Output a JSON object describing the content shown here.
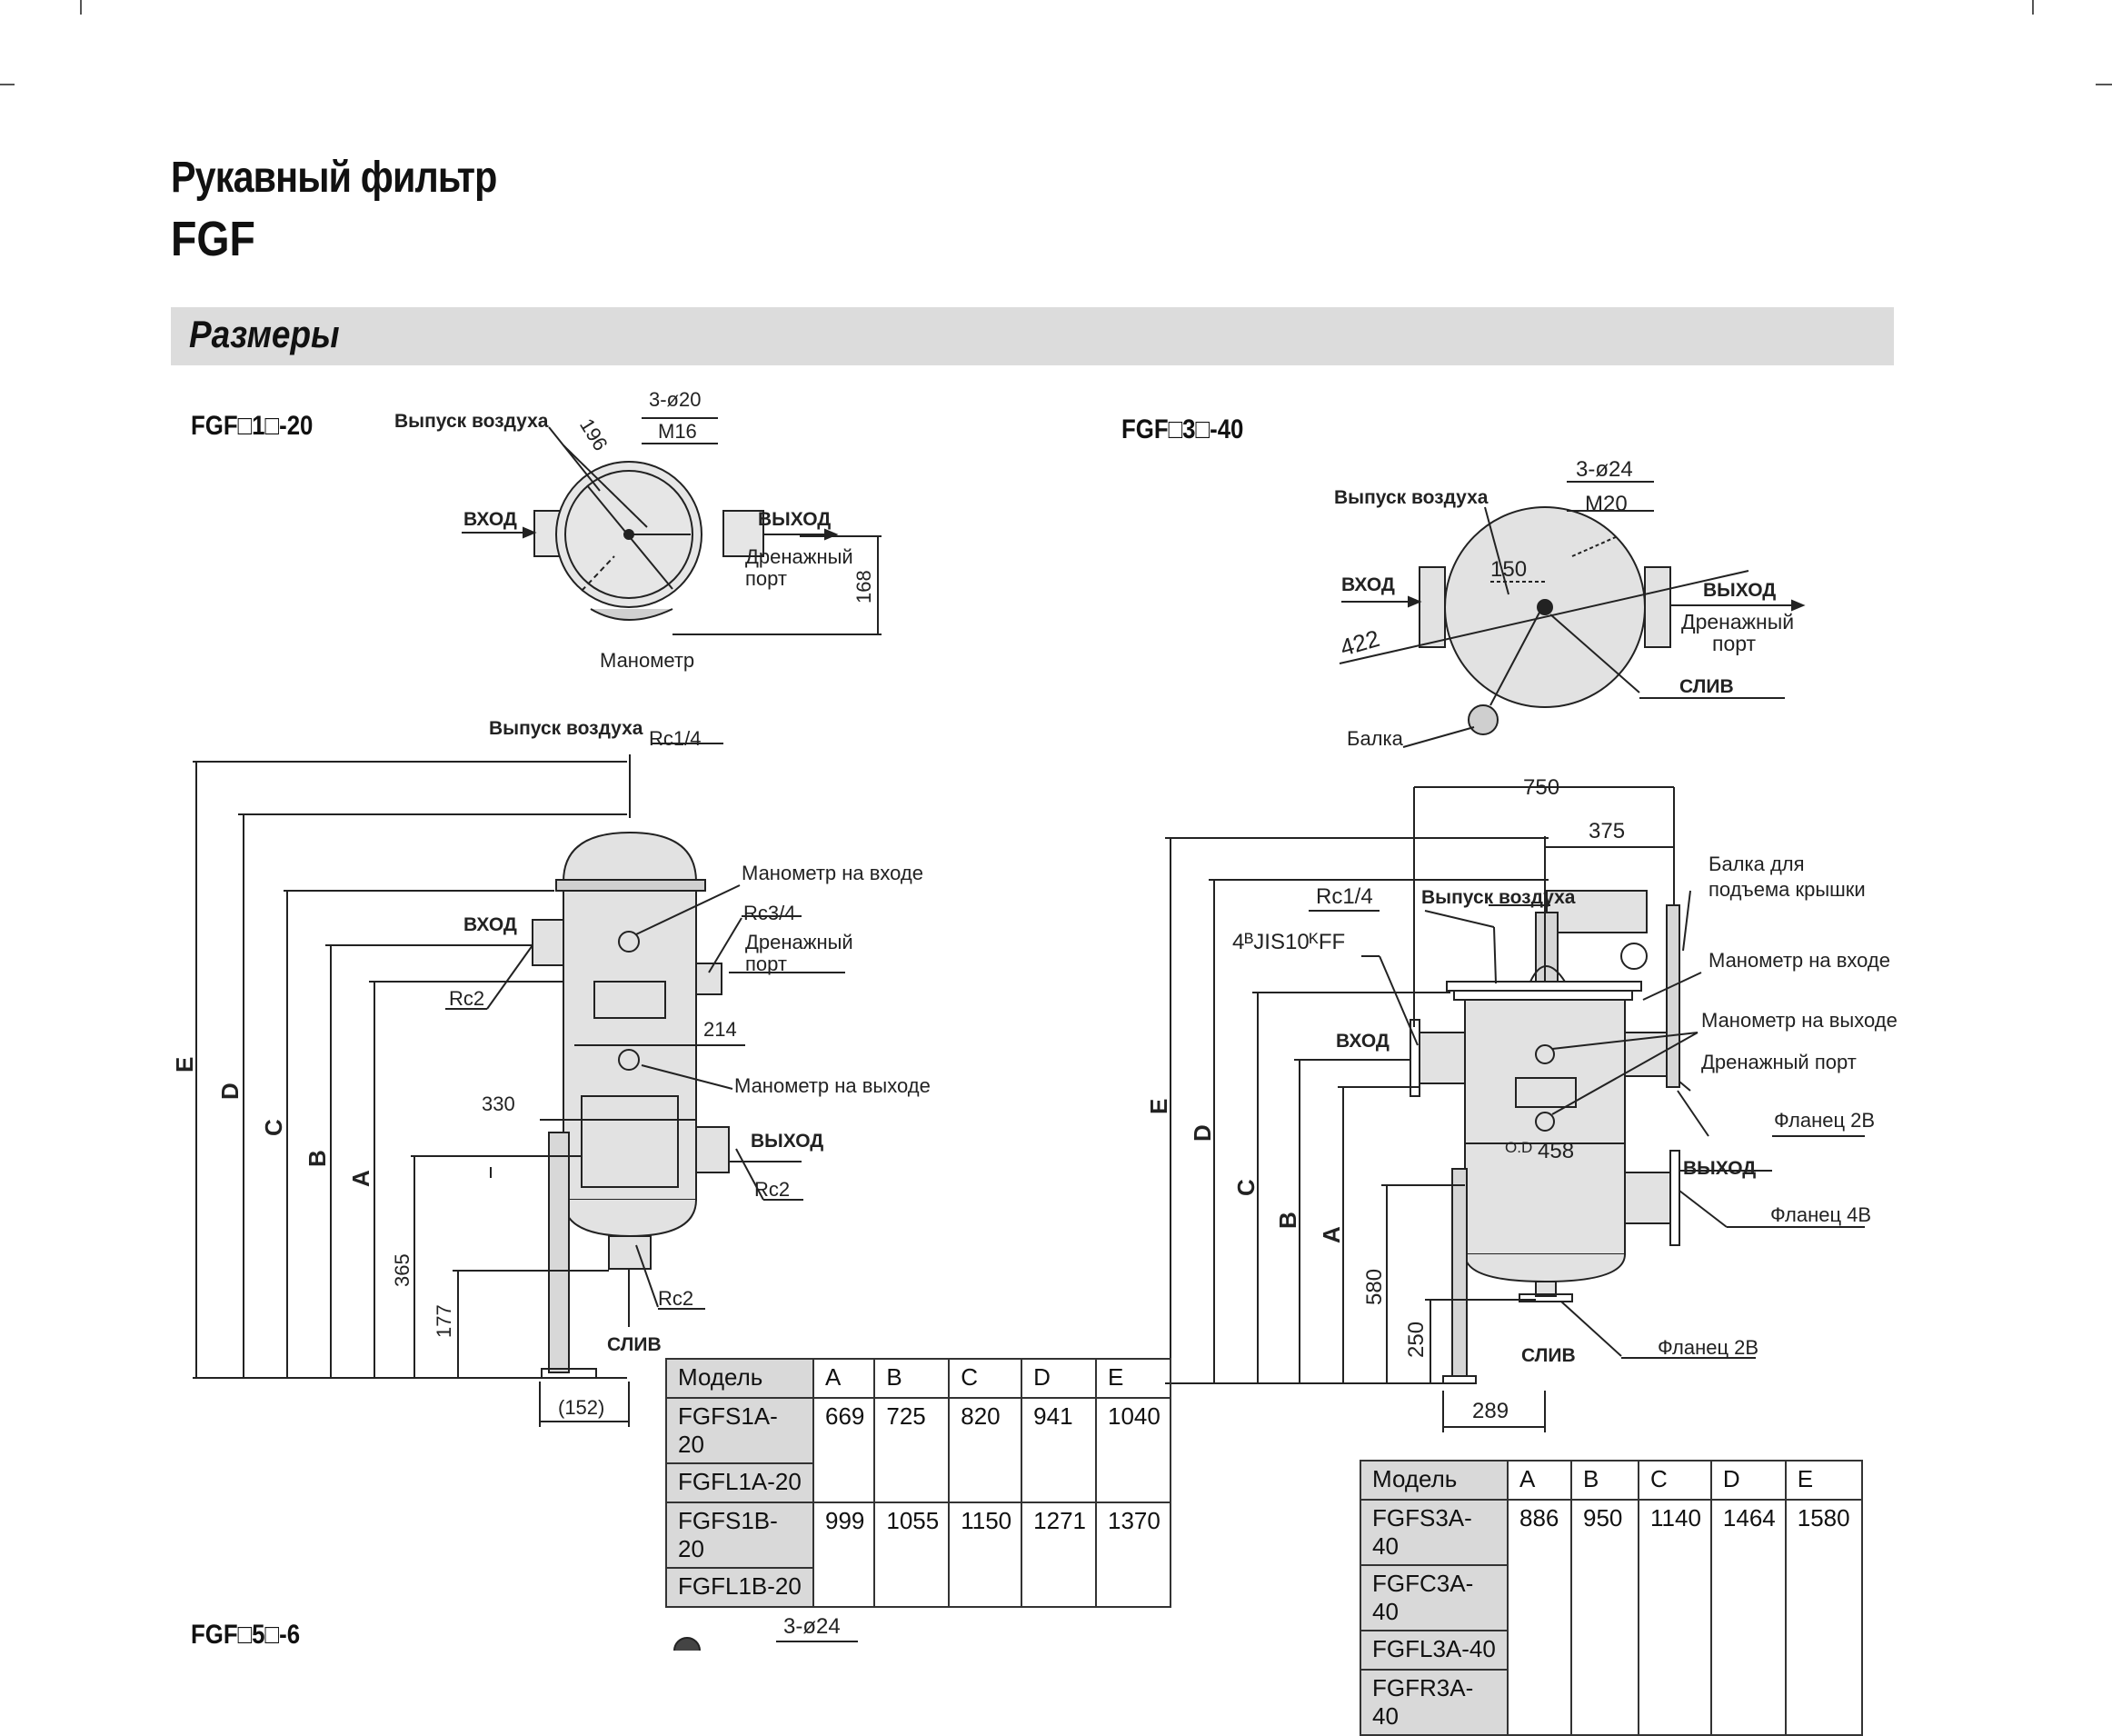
{
  "header": {
    "title_line1": "Рукавный фильтр",
    "title_line2": "FGF",
    "section": "Размеры"
  },
  "left": {
    "model": "FGF□1□-20",
    "top_view": {
      "air_release": "Выпуск воздуха",
      "holes": "3-ø20",
      "thread": "M16",
      "dia": "196",
      "inlet": "ВХОД",
      "outlet": "ВЫХОД",
      "drain1": "Дренажный",
      "drain2": "порт",
      "dim168": "168",
      "gauge": "Манометр"
    },
    "side_view": {
      "air_release": "Выпуск воздуха",
      "rc14": "Rc1/4",
      "gauge_in": "Манометр на входе",
      "inlet": "ВХОД",
      "rc34": "Rc3/4",
      "drain1": "Дренажный",
      "drain2": "порт",
      "rc2a": "Rc2",
      "dim214": "214",
      "gauge_out": "Манометр на выходе",
      "dim330": "330",
      "outlet": "ВЫХОД",
      "rc2b": "Rc2",
      "dim365": "365",
      "dim177": "177",
      "rc2c": "Rc2",
      "drain": "СЛИВ",
      "dim152": "(152)",
      "E": "E",
      "D": "D",
      "C": "C",
      "B": "B",
      "A": "A"
    },
    "table": {
      "headers": [
        "Модель",
        "A",
        "B",
        "C",
        "D",
        "E"
      ],
      "rows": [
        {
          "models": [
            "FGFS1A-20",
            "FGFL1A-20"
          ],
          "A": "669",
          "B": "725",
          "C": "820",
          "D": "941",
          "E": "1040"
        },
        {
          "models": [
            "FGFS1B-20",
            "FGFL1B-20"
          ],
          "A": "999",
          "B": "1055",
          "C": "1150",
          "D": "1271",
          "E": "1370"
        }
      ]
    }
  },
  "right": {
    "model": "FGF□3□-40",
    "top_view": {
      "holes": "3-ø24",
      "thread": "M20",
      "air_release": "Выпуск воздуха",
      "inlet": "ВХОД",
      "dim150": "150",
      "outlet": "ВЫХОД",
      "drain1": "Дренажный",
      "drain2": "порт",
      "dim422": "422",
      "drain": "СЛИВ",
      "beam": "Балка"
    },
    "side_view": {
      "dim750": "750",
      "dim375": "375",
      "rc14": "Rc1/4",
      "air_release": "Выпуск воздуха",
      "beam1": "Балка для",
      "beam2": "подъема крышки",
      "jis": "4ᴮJIS10ᴷFF",
      "gauge_in": "Манометр на входе",
      "inlet": "ВХОД",
      "gauge_out": "Манометр на выходе",
      "drain_port": "Дренажный порт",
      "flange2b_a": "Фланец 2B",
      "od": "O.D",
      "dim458": "458",
      "outlet": "ВЫХОД",
      "flange4b": "Фланец 4B",
      "dim580": "580",
      "dim250": "250",
      "drain": "СЛИВ",
      "flange2b_b": "Фланец 2B",
      "dim289": "289",
      "E": "E",
      "D": "D",
      "C": "C",
      "B": "B",
      "A": "A"
    },
    "table": {
      "headers": [
        "Модель",
        "A",
        "B",
        "C",
        "D",
        "E"
      ],
      "models": [
        "FGFS3A-40",
        "FGFC3A-40",
        "FGFL3A-40",
        "FGFR3A-40"
      ],
      "A": "886",
      "B": "950",
      "C": "1140",
      "D": "1464",
      "E": "1580"
    }
  },
  "bottom": {
    "model": "FGF□5□-6",
    "holes": "3-ø24"
  }
}
